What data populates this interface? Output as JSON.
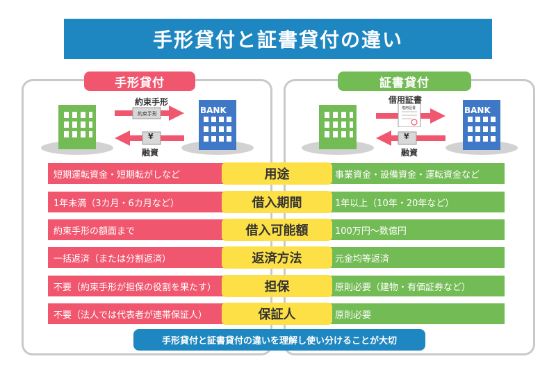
{
  "title": "手形貸付と証書貸付の違い",
  "left": {
    "tag": "手形貸付",
    "top_arrow_label": "約束手形",
    "doc_label": "約束手形",
    "bottom_arrow_label": "融資",
    "money_symbol": "¥",
    "bank_label": "BANK"
  },
  "right": {
    "tag": "証書貸付",
    "top_arrow_label": "借用証書",
    "doc_label": "借用証書",
    "bottom_arrow_label": "融資",
    "money_symbol": "¥",
    "bank_label": "BANK"
  },
  "rows": [
    {
      "left": "短期運転資金・短期転がしなど",
      "label": "用途",
      "right": "事業資金・設備資金・運転資金など"
    },
    {
      "left": "1年未満（3カ月・6カ月など）",
      "label": "借入期間",
      "right": "1年以上（10年・20年など）"
    },
    {
      "left": "約束手形の額面まで",
      "label": "借入可能額",
      "right": "100万円〜数億円"
    },
    {
      "left": "一括返済（または分割返済）",
      "label": "返済方法",
      "right": "元金均等返済"
    },
    {
      "left": "不要（約束手形が担保の役割を果たす）",
      "label": "担保",
      "right": "原則必要（建物・有価証券など）"
    },
    {
      "left": "不要（法人では代表者が連帯保証人）",
      "label": "保証人",
      "right": "原則必要"
    }
  ],
  "footer": "手形貸付と証書貸付の違いを理解し使い分けることが大切",
  "colors": {
    "blue": "#1e86c0",
    "pink": "#f0576f",
    "green": "#73bb55",
    "yellow": "#fde046",
    "building_green": "#73bb55",
    "building_blue": "#3f78c6"
  }
}
